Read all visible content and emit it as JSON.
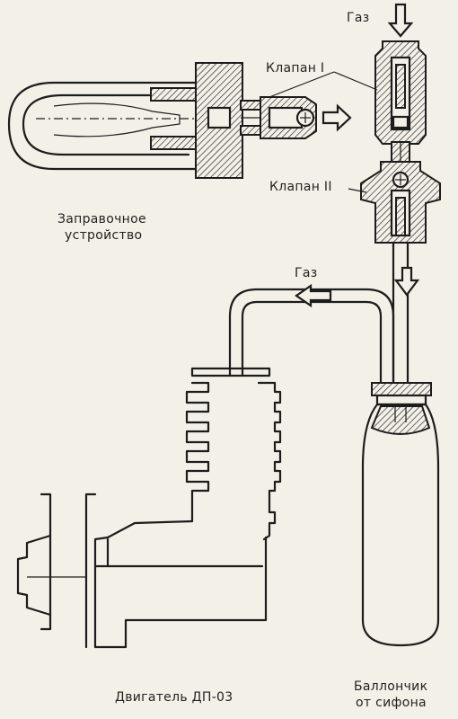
{
  "labels": {
    "gas_top": "Газ",
    "valve_1": "Клапан I",
    "valve_2": "Клапан II",
    "filler_line1": "Заправочное",
    "filler_line2": "устройство",
    "gas_middle": "Газ",
    "engine": "Двигатель ДП-03",
    "cartridge_line1": "Баллончик",
    "cartridge_line2": "от сифона"
  }
}
